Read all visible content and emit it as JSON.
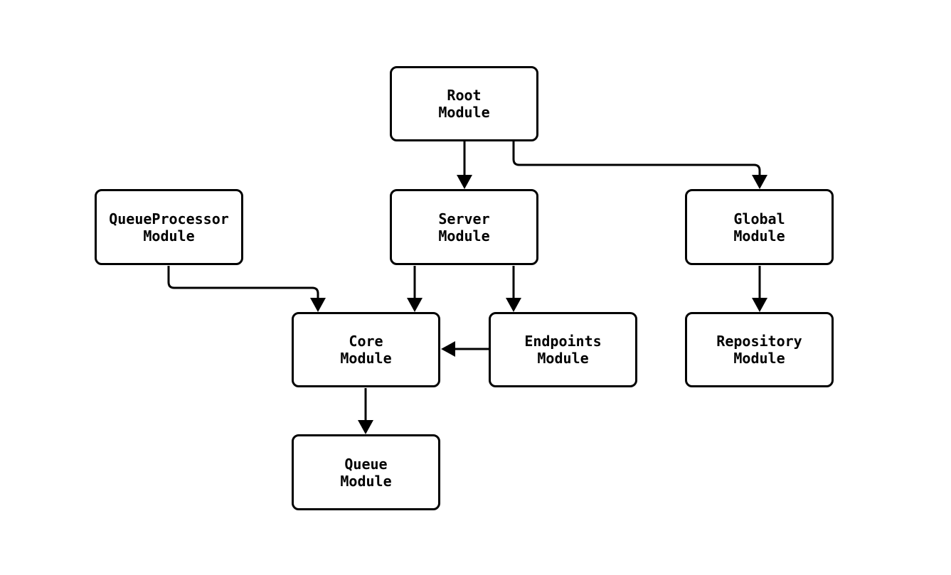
{
  "diagram": {
    "type": "flowchart",
    "colors": {
      "background": "#ffffff",
      "node_fill": "#ffffff",
      "node_border": "#000000",
      "edge_stroke": "#000000",
      "text": "#000000"
    },
    "nodes": [
      {
        "id": "root",
        "line1": "Root",
        "line2": "Module"
      },
      {
        "id": "queueprocessor",
        "line1": "QueueProcessor",
        "line2": "Module"
      },
      {
        "id": "server",
        "line1": "Server",
        "line2": "Module"
      },
      {
        "id": "global",
        "line1": "Global",
        "line2": "Module"
      },
      {
        "id": "core",
        "line1": "Core",
        "line2": "Module"
      },
      {
        "id": "endpoints",
        "line1": "Endpoints",
        "line2": "Module"
      },
      {
        "id": "repository",
        "line1": "Repository",
        "line2": "Module"
      },
      {
        "id": "queue",
        "line1": "Queue",
        "line2": "Module"
      }
    ],
    "edges": [
      {
        "from": "Root Module",
        "to": "Server Module"
      },
      {
        "from": "Root Module",
        "to": "Global Module"
      },
      {
        "from": "QueueProcessor Module",
        "to": "Core Module"
      },
      {
        "from": "Server Module",
        "to": "Core Module"
      },
      {
        "from": "Server Module",
        "to": "Endpoints Module"
      },
      {
        "from": "Endpoints Module",
        "to": "Core Module"
      },
      {
        "from": "Core Module",
        "to": "Queue Module"
      },
      {
        "from": "Global Module",
        "to": "Repository Module"
      }
    ]
  }
}
